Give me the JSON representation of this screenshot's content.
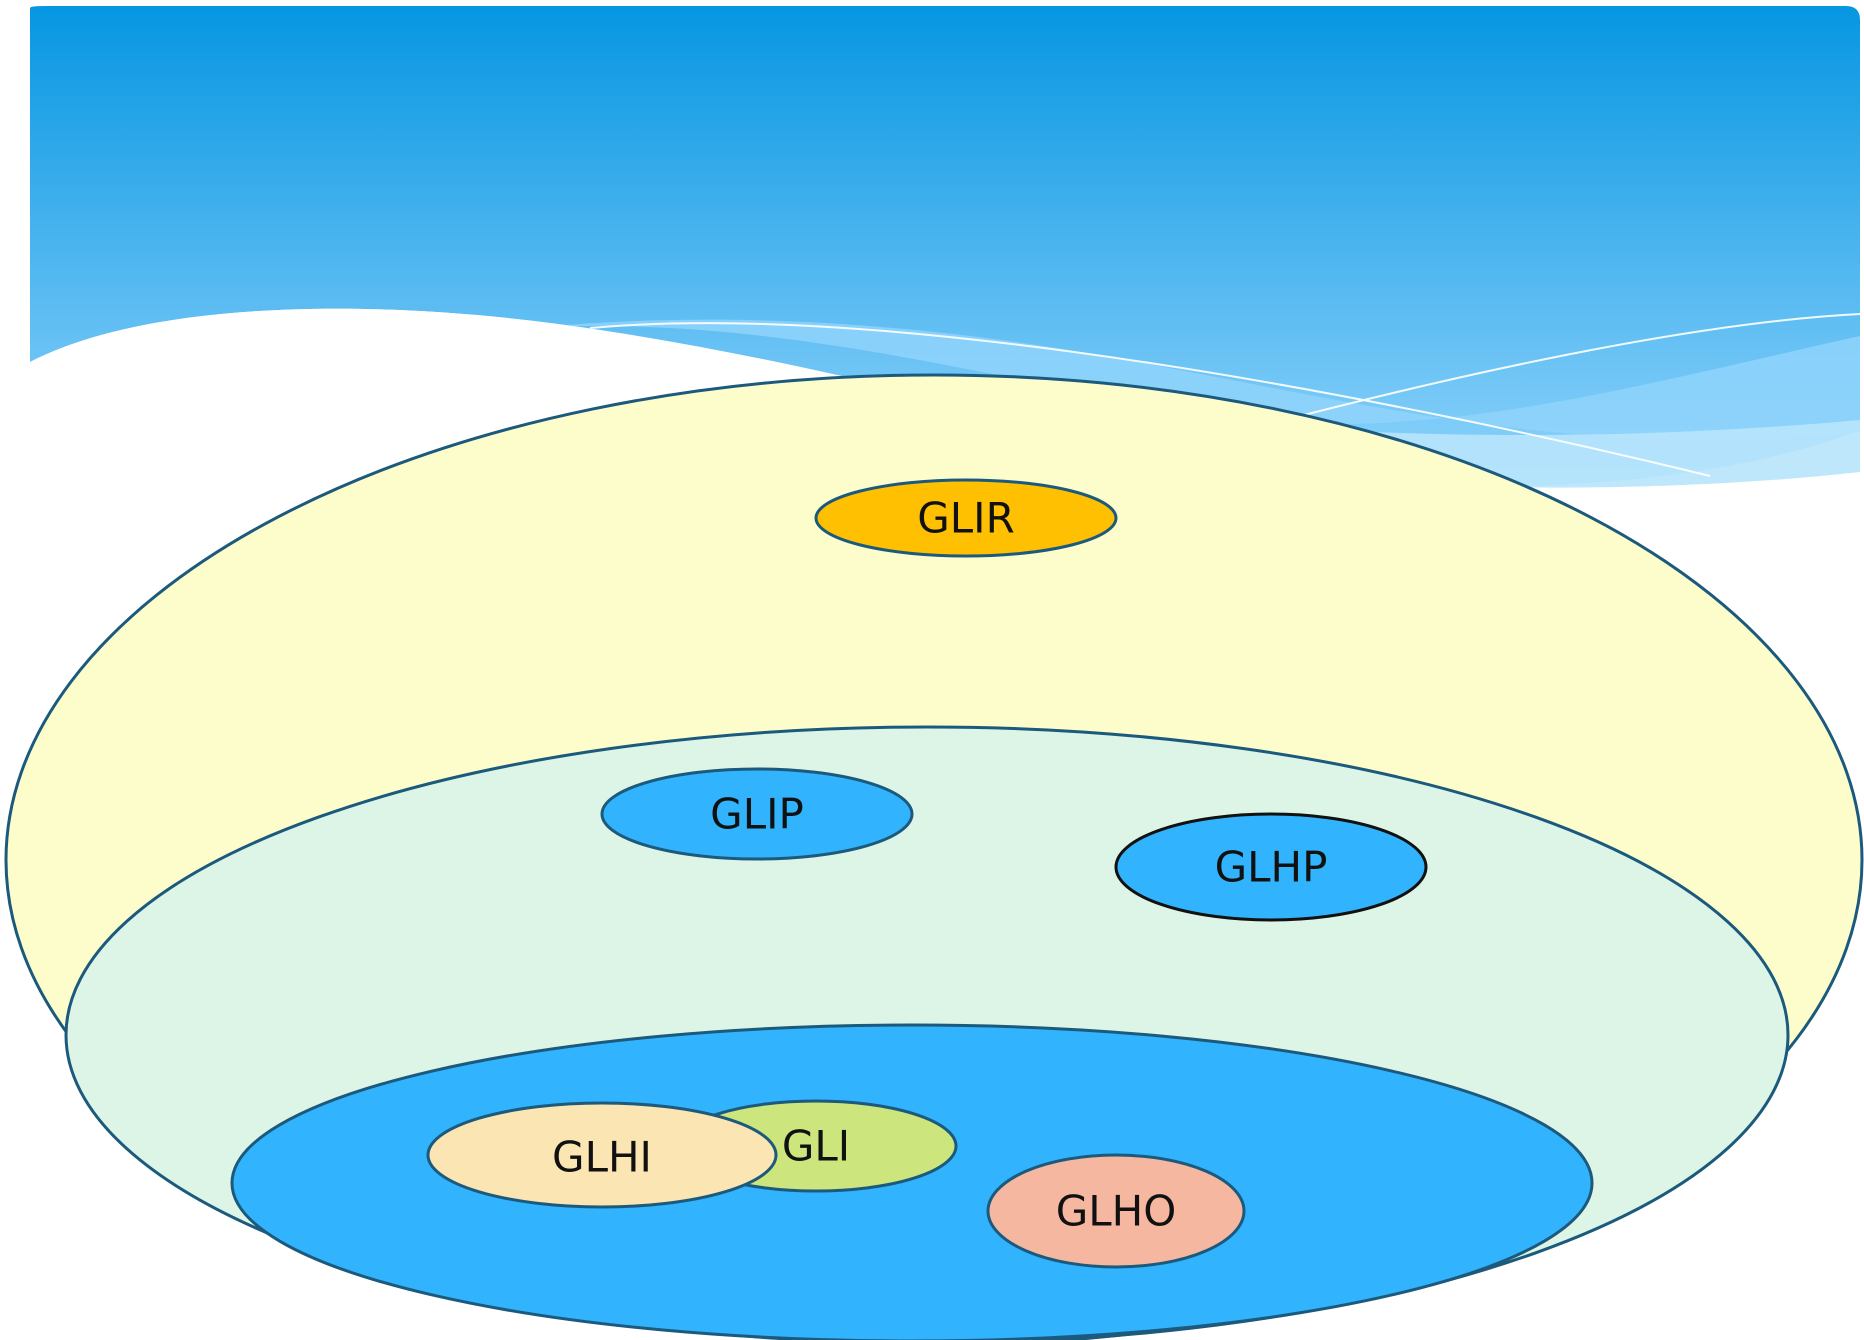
{
  "diagram": {
    "colors": {
      "banner_top": "#0696e2",
      "banner_bottom": "#8fd3fb",
      "outer_fill": "#fdfdcc",
      "middle_fill": "#ddf5e6",
      "inner_fill": "#31b4fd",
      "outline": "#1c5a7d",
      "glir_fill": "#fec000",
      "glip_fill": "#31b4fd",
      "glhp_fill": "#31b4fd",
      "gli_fill": "#cce57c",
      "glhi_fill": "#fbe5b2",
      "glho_fill": "#f5b7a0"
    },
    "nodes": [
      {
        "id": "glir",
        "label": "GLIR"
      },
      {
        "id": "glip",
        "label": "GLIP"
      },
      {
        "id": "glhp",
        "label": "GLHP"
      },
      {
        "id": "gli",
        "label": "GLI"
      },
      {
        "id": "glhi",
        "label": "GLHI"
      },
      {
        "id": "glho",
        "label": "GLHO"
      }
    ]
  }
}
